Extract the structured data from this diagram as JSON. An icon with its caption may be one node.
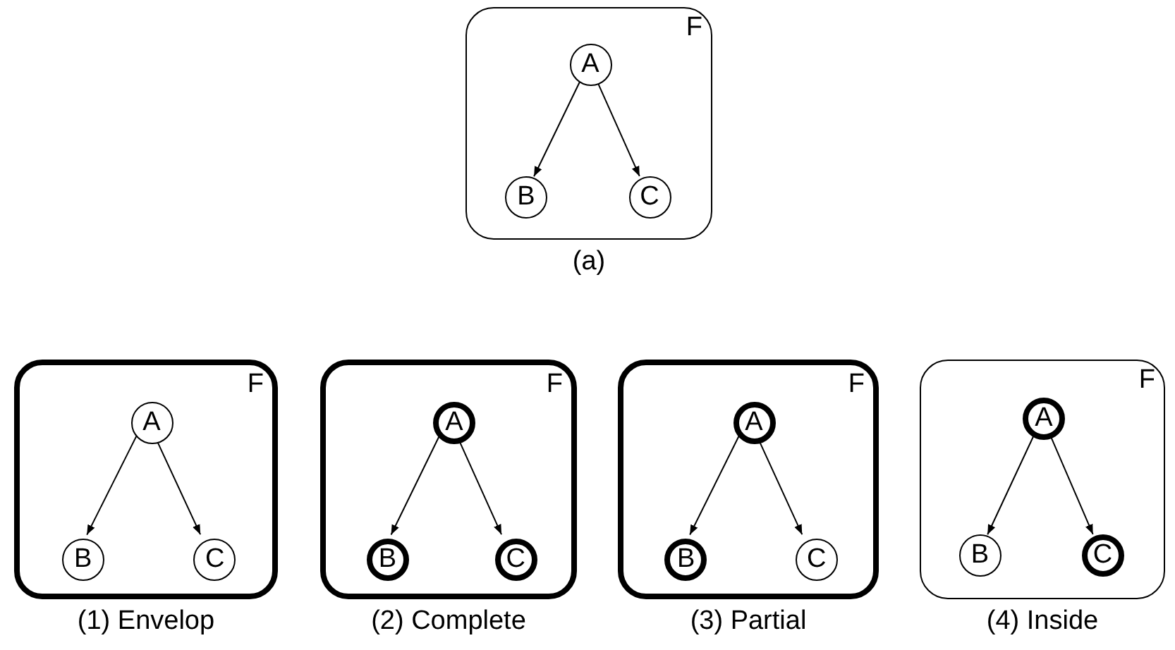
{
  "diagram": {
    "nodes": [
      {
        "text": [
          "F"
        ],
        "beside": [
          "(a)"
        ]
      },
      {
        "text": [
          "A"
        ],
        "in": 0
      },
      {
        "text": [
          "B"
        ],
        "in": 0
      },
      {
        "text": [
          "C"
        ],
        "in": 0
      },
      {
        "text": [
          "F"
        ],
        "beside": [
          "(1) Envelop"
        ]
      },
      {
        "text": [
          "A"
        ],
        "in": 4
      },
      {
        "text": [
          "B"
        ],
        "in": 4
      },
      {
        "text": [
          "C"
        ],
        "in": 4
      },
      {
        "text": [
          "F"
        ],
        "beside": [
          "(2) Complete"
        ]
      },
      {
        "text": [
          "A"
        ],
        "in": 8
      },
      {
        "text": [
          "B"
        ],
        "in": 8
      },
      {
        "text": [
          "C"
        ],
        "in": 8
      },
      {
        "text": [
          "F"
        ],
        "beside": [
          "(3) Partial"
        ]
      },
      {
        "text": [
          "A"
        ],
        "in": 12
      },
      {
        "text": [
          "B"
        ],
        "in": 12
      },
      {
        "text": [
          "C"
        ],
        "in": 12
      },
      {
        "text": [
          "F"
        ],
        "beside": [
          "(4) Inside"
        ]
      },
      {
        "text": [
          "A"
        ],
        "in": 16
      },
      {
        "text": [
          "B"
        ],
        "in": 16
      },
      {
        "text": [
          "C"
        ],
        "in": 16
      }
    ],
    "edges": [
      {
        "from": 1,
        "to": 2,
        "arrow": "to"
      },
      {
        "from": 1,
        "to": 3,
        "arrow": "to"
      },
      {
        "from": 5,
        "to": 6,
        "arrow": "to"
      },
      {
        "from": 5,
        "to": 7,
        "arrow": "to"
      },
      {
        "from": 9,
        "to": 10,
        "arrow": "to"
      },
      {
        "from": 9,
        "to": 11,
        "arrow": "to"
      },
      {
        "from": 13,
        "to": 14,
        "arrow": "to"
      },
      {
        "from": 13,
        "to": 15,
        "arrow": "to"
      },
      {
        "from": 17,
        "to": 18,
        "arrow": "to"
      },
      {
        "from": 17,
        "to": 19,
        "arrow": "to"
      }
    ]
  }
}
